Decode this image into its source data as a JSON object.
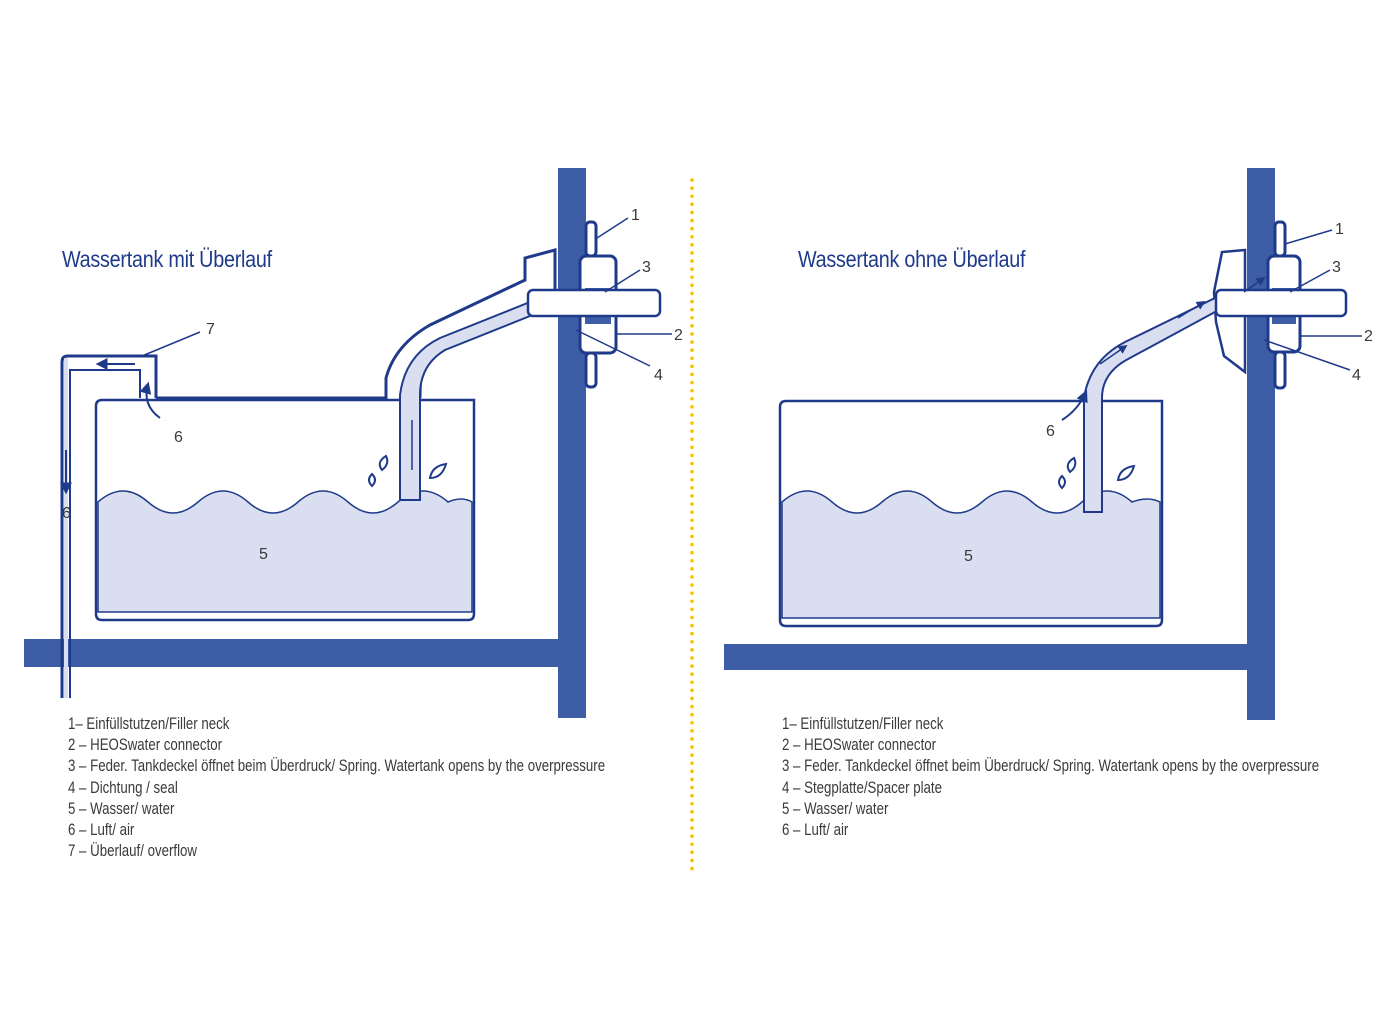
{
  "left_panel": {
    "title": "Wassertank mit Überlauf",
    "callouts": {
      "c1": "1",
      "c2": "2",
      "c3": "3",
      "c4": "4",
      "c5": "5",
      "c6_air": "6",
      "c6_side": "6",
      "c7": "7"
    },
    "legend": [
      "1– Einfüllstutzen/Filler neck",
      "2 – HEOSwater connector",
      "3 – Feder. Tankdeckel öffnet beim Überdruck/ Spring. Watertank opens by the overpressure",
      "4 – Dichtung / seal",
      "5 – Wasser/ water",
      "6 – Luft/ air",
      "7 – Überlauf/ overflow"
    ]
  },
  "right_panel": {
    "title": "Wassertank ohne Überlauf",
    "callouts": {
      "c1": "1",
      "c2": "2",
      "c3": "3",
      "c4": "4",
      "c5": "5",
      "c6": "6"
    },
    "legend": [
      "1– Einfüllstutzen/Filler neck",
      "2 – HEOSwater connector",
      "3 – Feder. Tankdeckel öffnet beim Überdruck/ Spring. Watertank opens by the overpressure",
      "4 – Stegplatte/Spacer plate",
      "5 – Wasser/ water",
      "6 – Luft/ air"
    ]
  },
  "colors": {
    "wall": "#3d5ea6",
    "outline": "#1f3a8a",
    "water": "#d9def0",
    "divider": "#f2c200",
    "text": "#3a3a3a"
  }
}
